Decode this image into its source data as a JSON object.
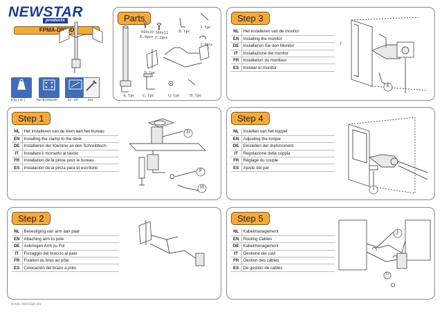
{
  "brand": {
    "name": "NEWSTAR",
    "tagline": "products",
    "model": "FPMA-D935D",
    "website": "www.newstar.eu"
  },
  "specs": {
    "weight": "8 kg ( 2x )",
    "vesa": "75x75/100x100",
    "size": "10 - 28\"",
    "tool_label": "5x4"
  },
  "parts": {
    "title": "Parts",
    "items": {
      "e": "M4x10\nE. 8pcs",
      "f": "M4x12\nF. 2pcs",
      "b": "B. 1pc",
      "i": "I. 1pc",
      "j": "J. 4pcs",
      "d": "D. 1pc",
      "a": "A. 1pc",
      "c": "C. 1pc",
      "g": "G. 1pc",
      "h": "H. 1pc"
    }
  },
  "steps": [
    {
      "title": "Step 1",
      "rows": [
        {
          "code": "NL",
          "text": "Het installeren van de klem aan het bureau"
        },
        {
          "code": "EN",
          "text": "Installing the clamp to the desk"
        },
        {
          "code": "DE",
          "text": "Installieren der Klemme an den Schreibtisch"
        },
        {
          "code": "IT",
          "text": "Installare il morsetto al tavolo"
        },
        {
          "code": "FR",
          "text": "Installation de la pince pour le bureau"
        },
        {
          "code": "ES",
          "text": "Instalación de la pinza para el escritorio"
        }
      ],
      "callouts": [
        "D",
        "F",
        "H"
      ]
    },
    {
      "title": "Step 2",
      "rows": [
        {
          "code": "NL",
          "text": "Bevestiging van arm aan paal"
        },
        {
          "code": "EN",
          "text": "Attaching arm to pole"
        },
        {
          "code": "DE",
          "text": "Anbringen Arm zu Pol"
        },
        {
          "code": "IT",
          "text": "Fissaggio del braccio al palo"
        },
        {
          "code": "FR",
          "text": "Fixation du bras au pôle"
        },
        {
          "code": "ES",
          "text": "Colocación del brazo a polo"
        }
      ]
    },
    {
      "title": "Step 3",
      "rows": [
        {
          "code": "NL",
          "text": "Het installeren van de monitor"
        },
        {
          "code": "EN",
          "text": "Installing the monitor"
        },
        {
          "code": "DE",
          "text": "Installieren Sie den Monitor"
        },
        {
          "code": "IT",
          "text": "Installazione del monitor"
        },
        {
          "code": "FR",
          "text": "Installation du moniteur"
        },
        {
          "code": "ES",
          "text": "Instalar el monitor"
        }
      ],
      "callouts": [
        "E"
      ]
    },
    {
      "title": "Step 4",
      "rows": [
        {
          "code": "NL",
          "text": "Instellen van het koppel"
        },
        {
          "code": "EN",
          "text": "Adjusting the torque"
        },
        {
          "code": "DE",
          "text": "Einstellen der drehmoment"
        },
        {
          "code": "IT",
          "text": "Regolazione della coppia"
        },
        {
          "code": "FR",
          "text": "Réglage du couple"
        },
        {
          "code": "ES",
          "text": "Ajuste del par"
        }
      ],
      "callouts": [
        "I"
      ]
    },
    {
      "title": "Step 5",
      "rows": [
        {
          "code": "NL",
          "text": "Kabelmanagement"
        },
        {
          "code": "EN",
          "text": "Routing Cables"
        },
        {
          "code": "DE",
          "text": "Kabelmanagement"
        },
        {
          "code": "IT",
          "text": "Gestione dei cavi"
        },
        {
          "code": "FR",
          "text": "Gestion des câbles"
        },
        {
          "code": "ES",
          "text": "De gestión de cables"
        }
      ],
      "callouts": [
        "J",
        "G"
      ]
    }
  ],
  "colors": {
    "accent": "#f6a93b",
    "brand_blue": "#1b3f8f",
    "spec_blue": "#3f6cb5"
  }
}
